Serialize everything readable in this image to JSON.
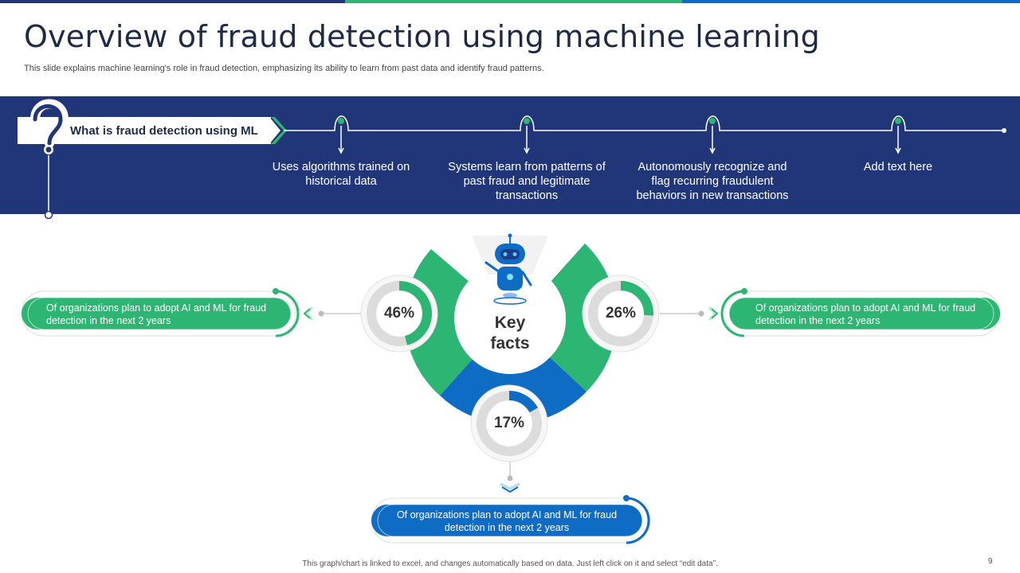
{
  "title": "Overview of fraud detection using machine learning",
  "subtitle": "This slide explains machine learning's role in fraud detection, emphasizing its ability to learn from past data and identify fraud patterns.",
  "banner": {
    "heading": "What is fraud detection using ML",
    "steps": [
      "Uses algorithms trained on historical data",
      "Systems learn from patterns of past fraud and legitimate transactions",
      "Autonomously recognize and flag recurring fraudulent behaviors in new transactions",
      "Add text here"
    ]
  },
  "center": {
    "label_line1": "Key",
    "label_line2": "facts"
  },
  "stats": [
    {
      "value": "46%",
      "fraction": 0.46,
      "text": "Of organizations plan to adopt AI and ML for fraud detection in the next 2 years",
      "color": "#2db573"
    },
    {
      "value": "26%",
      "fraction": 0.26,
      "text": "Of organizations plan to adopt AI and ML for fraud detection in the next 2 years",
      "color": "#2db573"
    },
    {
      "value": "17%",
      "fraction": 0.17,
      "text": "Of organizations plan to adopt AI and ML for fraud detection in the next 2 years",
      "color": "#0e6cc4"
    }
  ],
  "footer": "This graph/chart is linked to excel, and changes automatically based on data. Just left click on it and select “edit data”.",
  "page_number": "9",
  "colors": {
    "navy": "#213679",
    "green": "#2db573",
    "blue": "#0e6cc4",
    "grey": "#e6e6e6"
  }
}
